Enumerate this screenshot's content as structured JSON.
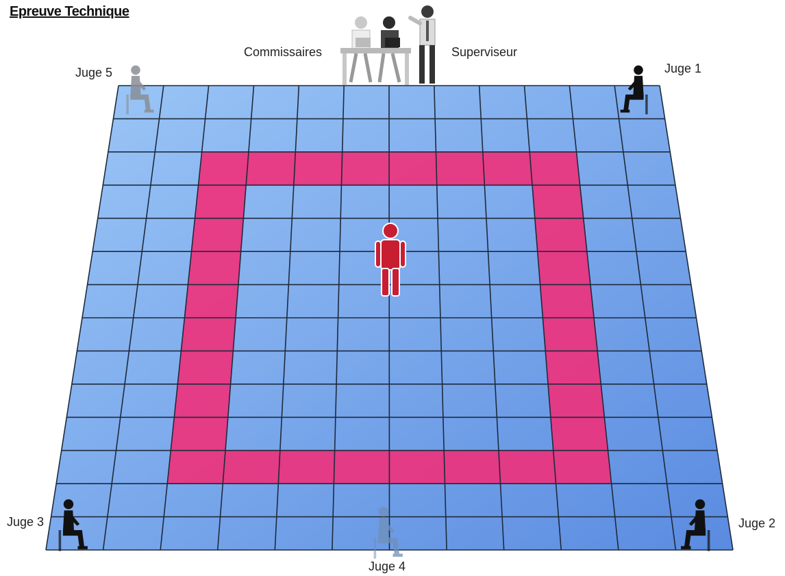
{
  "title": "Epreuve Technique",
  "labels": {
    "commissaires": "Commissaires",
    "superviseur": "Superviseur",
    "juge1": "Juge 1",
    "juge2": "Juge 2",
    "juge3": "Juge 3",
    "juge4": "Juge 4",
    "juge5": "Juge 5"
  },
  "grid": {
    "columns": 12,
    "rows": 14,
    "highlight_ring": {
      "col_start": 2,
      "col_end": 9,
      "row_start": 2,
      "row_end": 11
    }
  },
  "colors": {
    "floor_light": "#9cc7f7",
    "floor_dark": "#5a8be0",
    "ring": "#f0307a",
    "grid_line": "#1e2a3c",
    "athlete": "#c81e32",
    "judge_dark": "#111111",
    "judge_faded": "#8a8f96"
  }
}
